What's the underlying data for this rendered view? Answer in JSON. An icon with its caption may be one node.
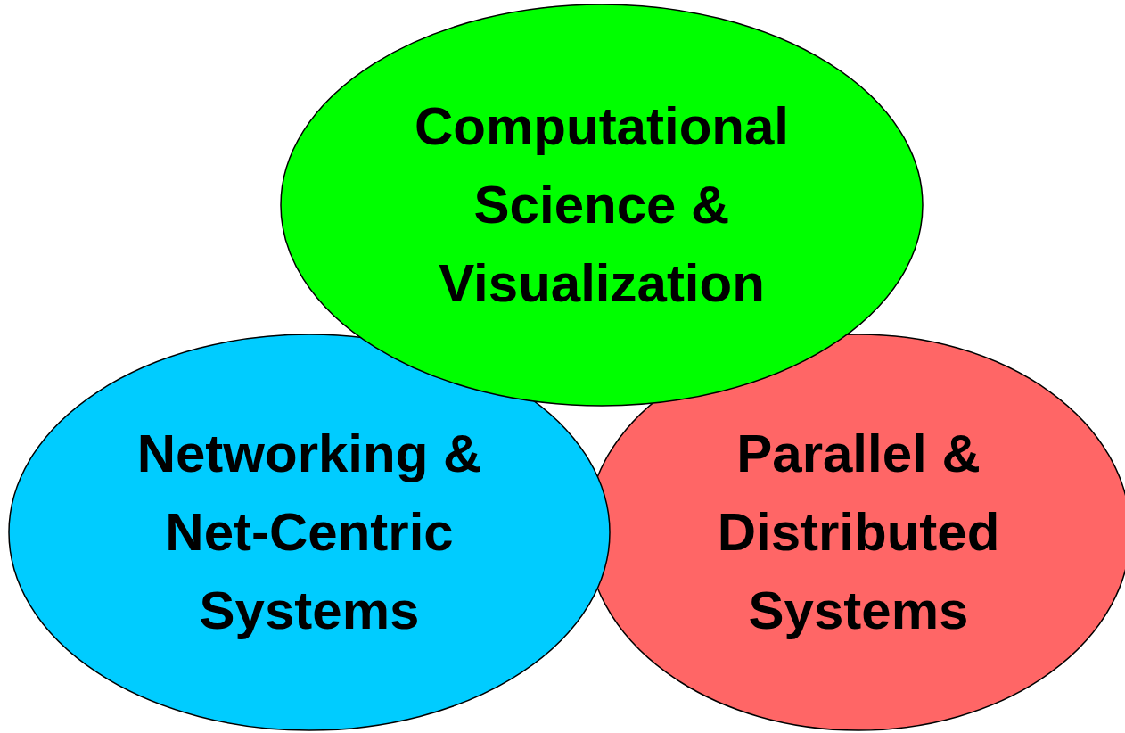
{
  "diagram": {
    "nodes": [
      {
        "text": [
          "Computational Science & Visualization"
        ]
      },
      {
        "text": [
          "Networking & Net-Centric Systems"
        ]
      },
      {
        "text": [
          "Parallel & Distributed Systems"
        ]
      }
    ]
  }
}
